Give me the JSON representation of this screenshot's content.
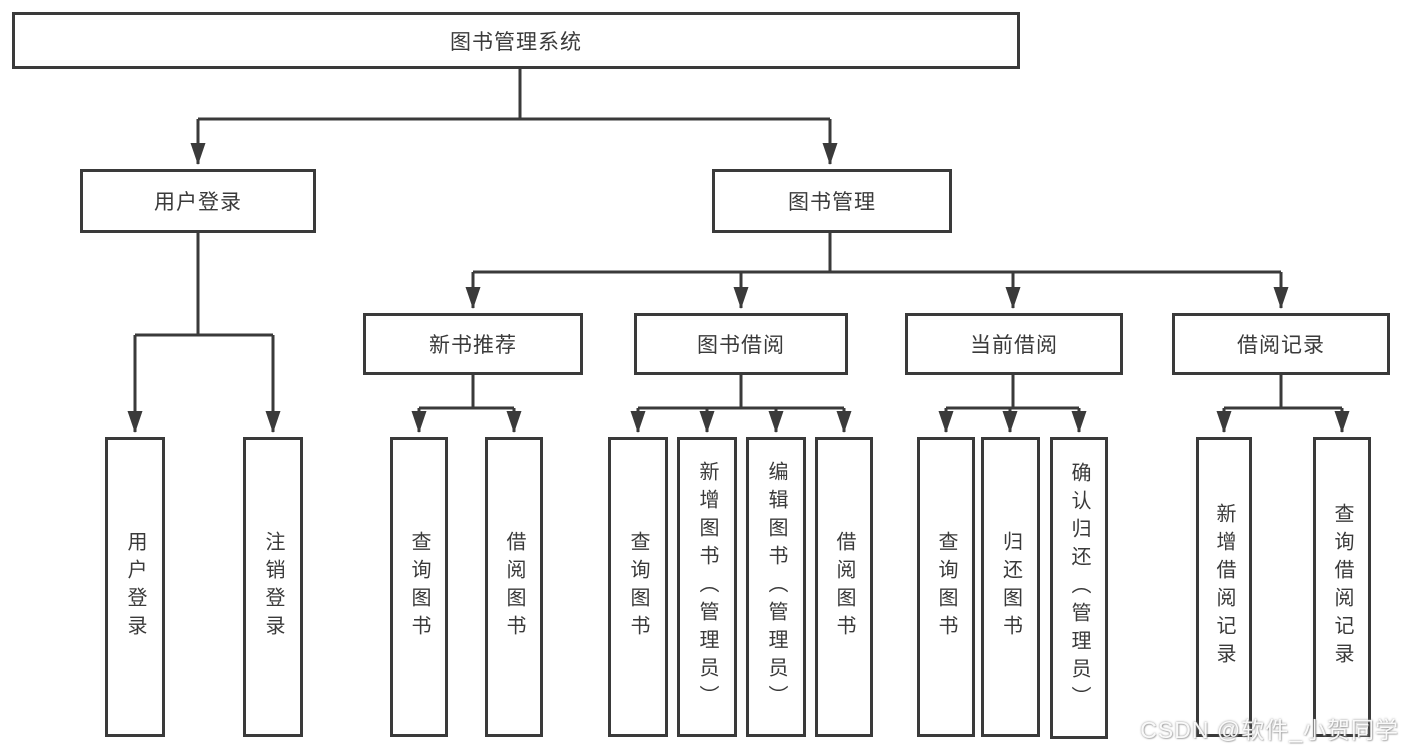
{
  "tree": {
    "root": {
      "label": "图书管理系统"
    },
    "branches": [
      {
        "label": "用户登录",
        "children": [
          {
            "label": "用户登录"
          },
          {
            "label": "注销登录"
          }
        ]
      },
      {
        "label": "图书管理",
        "groups": [
          {
            "label": "新书推荐",
            "children": [
              {
                "label": "查询图书"
              },
              {
                "label": "借阅图书"
              }
            ]
          },
          {
            "label": "图书借阅",
            "children": [
              {
                "label": "查询图书"
              },
              {
                "label": "新增图书（管理员）"
              },
              {
                "label": "编辑图书（管理员）"
              },
              {
                "label": "借阅图书"
              }
            ]
          },
          {
            "label": "当前借阅",
            "children": [
              {
                "label": "查询图书"
              },
              {
                "label": "归还图书"
              },
              {
                "label": "确认归还（管理员）"
              }
            ]
          },
          {
            "label": "借阅记录",
            "children": [
              {
                "label": "新增借阅记录"
              },
              {
                "label": "查询借阅记录"
              }
            ]
          }
        ]
      }
    ]
  },
  "watermark": {
    "text": "CSDN @软件_小贺同学"
  },
  "colors": {
    "line": "#3a3a3a",
    "box_border": "#3a3a3a",
    "text": "#3a3a3a",
    "background": "#ffffff"
  }
}
